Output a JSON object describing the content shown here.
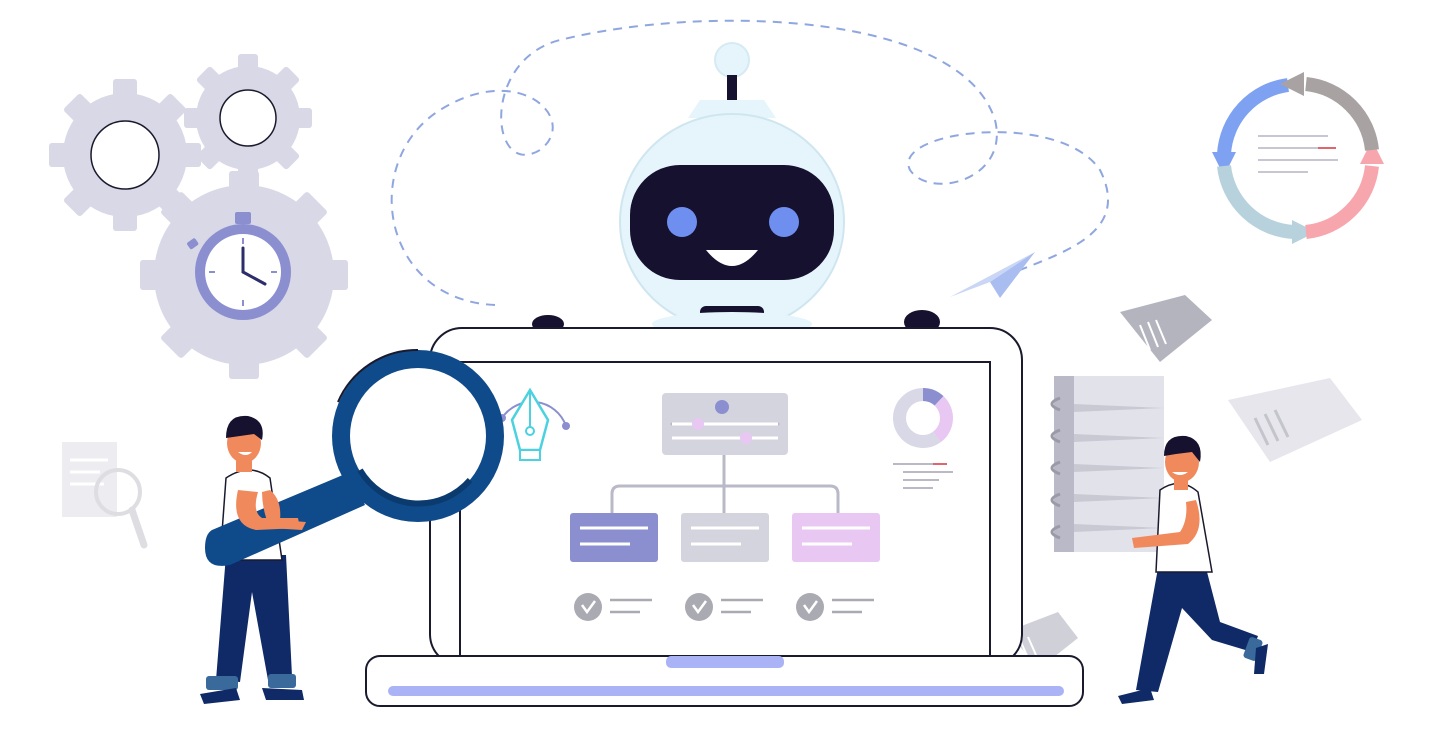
{
  "scene": {
    "description_visible_text": [],
    "palette": {
      "background": "#ffffff",
      "navy": "#0f2a66",
      "robot_face": "#15112e",
      "robot_eye": "#6f8ff0",
      "robot_shell": "#e6f5fb",
      "gear": "#d8d8e6",
      "lavender": "#8b8fd0",
      "pink": "#e8c7f3",
      "gray_box": "#d4d4de",
      "laptop_base_bar": "#a9b3f5",
      "skin": "#f08a5d"
    },
    "icons": [
      "robot-icon",
      "gears-icon",
      "stopwatch-icon",
      "magnifying-glass-icon",
      "pen-tool-icon",
      "donut-chart-icon",
      "flowchart-icon",
      "checkmark-icon",
      "cycle-arrows-icon",
      "paper-plane-icon",
      "document-icon",
      "notebook-icon",
      "person-icon"
    ],
    "donut_chart": {
      "segments": [
        0.12,
        0.28,
        0.6
      ]
    }
  }
}
